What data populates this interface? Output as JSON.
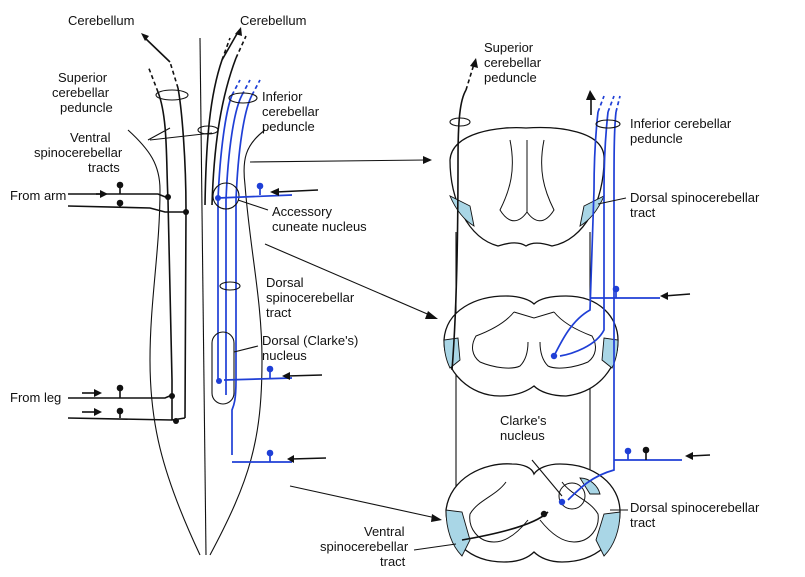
{
  "colors": {
    "pathway_blue": "#1f3fd6",
    "tract_fill": "#a9d6e6",
    "line": "#111111"
  },
  "labels": {
    "cerebellum_left": "Cerebellum",
    "cerebellum_right": "Cerebellum",
    "superior_peduncle_left": [
      "Superior",
      "cerebellar",
      "peduncle"
    ],
    "inferior_peduncle_left": [
      "Inferior",
      "cerebellar",
      "peduncle"
    ],
    "ventral_tracts_left": [
      "Ventral",
      "spinocerebellar",
      "tracts"
    ],
    "from_arm": "From arm",
    "accessory_cuneate": [
      "Accessory",
      "cuneate nucleus"
    ],
    "dorsal_tract_left": [
      "Dorsal",
      "spinocerebellar",
      "tract"
    ],
    "clarkes_nucleus_left": [
      "Dorsal (Clarke's)",
      "nucleus"
    ],
    "from_leg": "From leg",
    "superior_peduncle_right": [
      "Superior",
      "cerebellar",
      "peduncle"
    ],
    "inferior_peduncle_right": [
      "Inferior cerebellar",
      "peduncle"
    ],
    "dorsal_tract_right_top": [
      "Dorsal spinocerebellar",
      "tract"
    ],
    "clarkes_nucleus_right": [
      "Clarke's",
      "nucleus"
    ],
    "dorsal_tract_right_bottom": [
      "Dorsal spinocerebellar",
      "tract"
    ],
    "ventral_tract_right": [
      "Ventral",
      "spinocerebellar",
      "tract"
    ]
  }
}
